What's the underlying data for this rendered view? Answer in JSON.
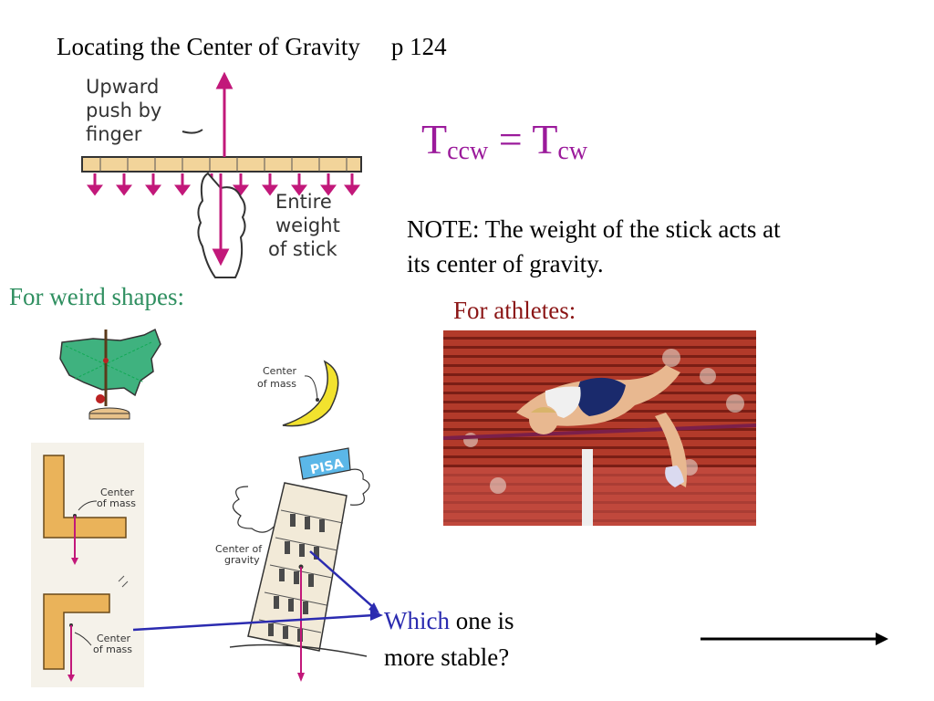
{
  "title": {
    "text": "Locating the Center of Gravity",
    "page": "p 124"
  },
  "formula": {
    "base1": "T",
    "sub1": "ccw",
    "equals": " = ",
    "base2": "T",
    "sub2": "cw"
  },
  "note": "NOTE: The weight of the stick acts at its center of gravity.",
  "weird_shapes_label": "For weird shapes:",
  "athletes_label": "For athletes:",
  "stick_figure": {
    "upward_label": [
      "Upward",
      "push by",
      "finger"
    ],
    "weight_label": [
      "Entire",
      "weight",
      "of stick"
    ]
  },
  "boomerang_label": [
    "Center",
    "of mass"
  ],
  "l_shape_label_top": [
    "Center",
    "of mass"
  ],
  "l_shape_label_bottom": [
    "Center",
    "of mass"
  ],
  "tower_label": [
    "Center of",
    "gravity"
  ],
  "tower_sign": "PISA",
  "question": {
    "highlight": "Which",
    "rest": " one is more stable?"
  },
  "colors": {
    "formula": "#9b1a9b",
    "weird": "#2f8f60",
    "athletes": "#8b1515",
    "which": "#2b2bb0",
    "arrow": "#c2187a",
    "pointer": "#2b2bb0"
  }
}
